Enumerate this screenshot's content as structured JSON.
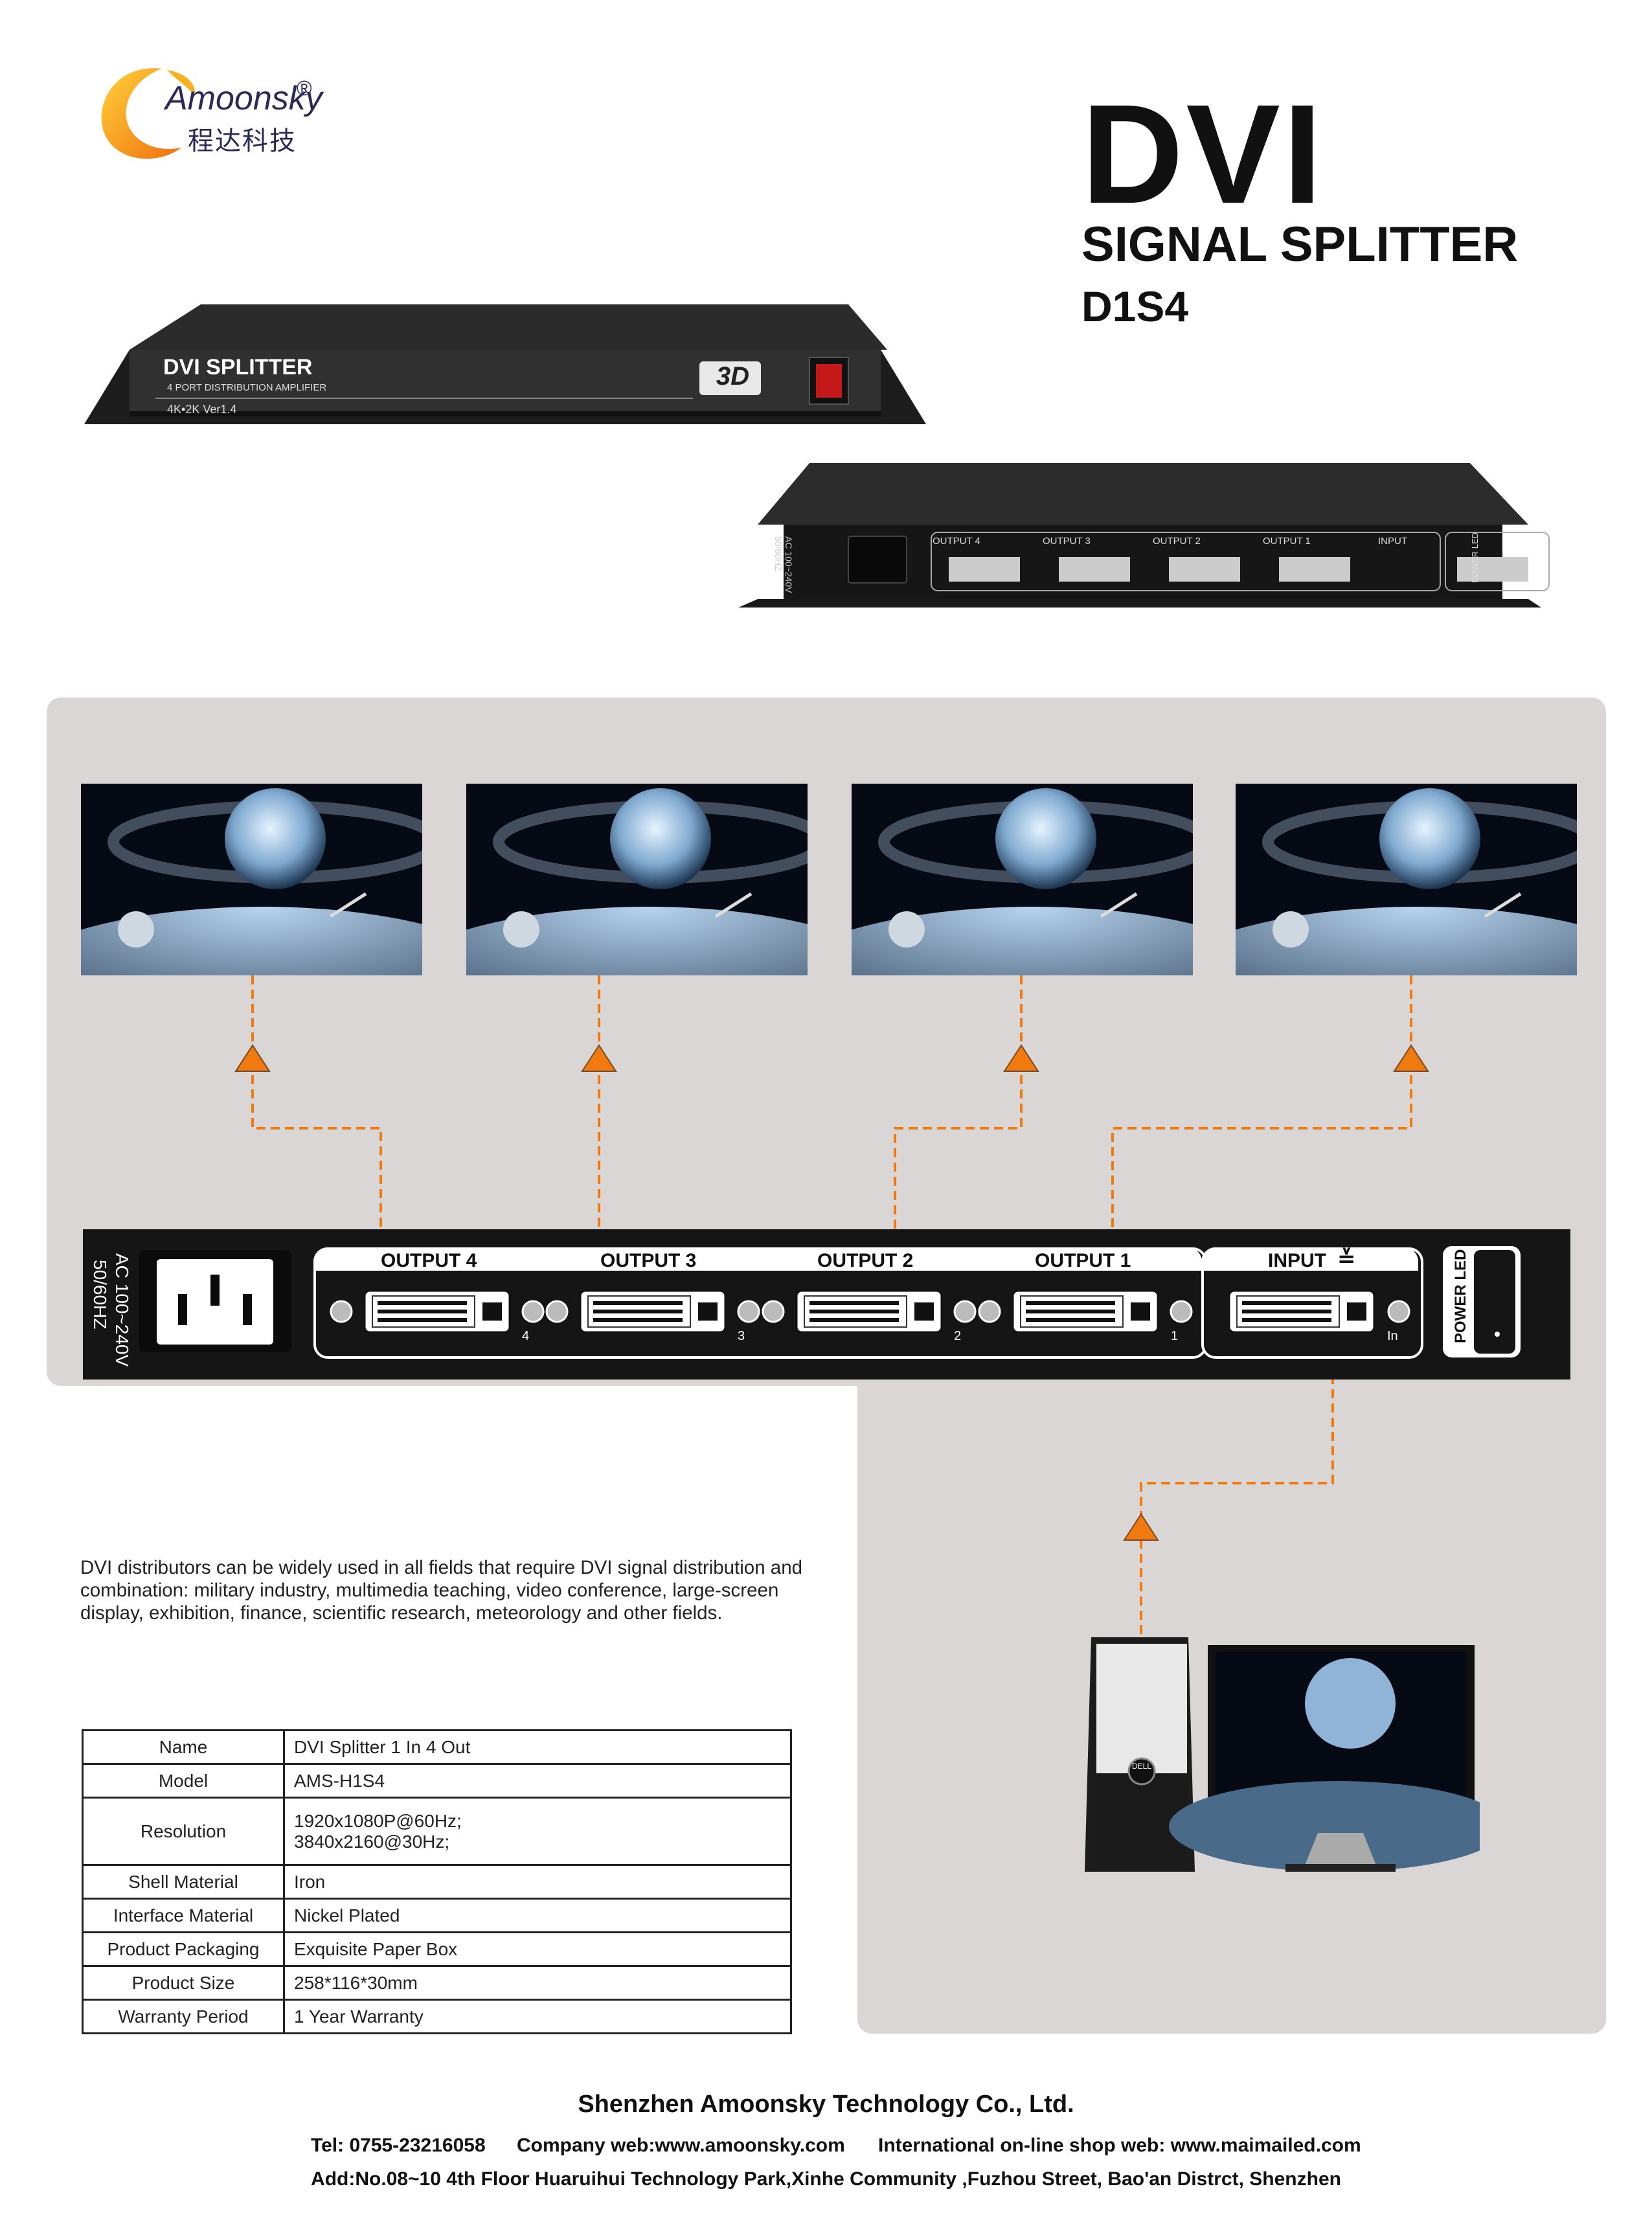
{
  "logo": {
    "name": "Amoonsky",
    "reg": "®",
    "cn": "程达科技"
  },
  "title": {
    "main": "DVI",
    "sub": "SIGNAL SPLITTER",
    "model": "D1S4"
  },
  "device_front": {
    "label": "DVI SPLITTER",
    "sublabel": "4 PORT DISTRIBUTION AMPLIFIER",
    "version": "4K•2K Ver1.4",
    "badge": "3D"
  },
  "device_back_small": {
    "power": "AC 100~240V 50/60HZ",
    "outputs": [
      "OUTPUT 4",
      "OUTPUT 3",
      "OUTPUT 2",
      "OUTPUT 1"
    ],
    "input": "INPUT",
    "led": "POWER LED"
  },
  "rear_panel": {
    "power_line1": "AC 100~240V",
    "power_line2": "50/60HZ",
    "outputs": [
      "OUTPUT 4",
      "OUTPUT 3",
      "OUTPUT 2",
      "OUTPUT 1"
    ],
    "port_numbers": [
      "4",
      "3",
      "2",
      "1"
    ],
    "input": "INPUT",
    "input_arrow": "≚",
    "input_port": "In",
    "led": "POWER LED"
  },
  "computer": {
    "brand": "DELL"
  },
  "description": "DVI distributors can be widely used in all fields that require DVI signal distribution and combination: military industry, multimedia teaching, video conference, large-screen display, exhibition, finance, scientific research, meteorology and other fields.",
  "specs": [
    {
      "key": "Name",
      "value": "DVI Splitter 1 In 4 Out"
    },
    {
      "key": "Model",
      "value": "AMS-H1S4"
    },
    {
      "key": "Resolution",
      "value": "1920x1080P@60Hz;",
      "value2": "3840x2160@30Hz;"
    },
    {
      "key": "Shell Material",
      "value": "Iron"
    },
    {
      "key": "Interface Material",
      "value": "Nickel Plated"
    },
    {
      "key": "Product Packaging",
      "value": "Exquisite Paper Box"
    },
    {
      "key": "Product Size",
      "value": "258*116*30mm"
    },
    {
      "key": "Warranty Period",
      "value": "1 Year Warranty"
    }
  ],
  "footer": {
    "company": "Shenzhen Amoonsky Technology Co., Ltd.",
    "tel": "Tel: 0755-23216058",
    "web": "Company web:www.amoonsky.com",
    "shop": "International on-line shop web: www.maimailed.com",
    "address": "Add:No.08~10 4th Floor Huaruihui Technology Park,Xinhe Community ,Fuzhou Street, Bao'an Distrct, Shenzhen"
  },
  "colors": {
    "accent": "#f08a1c",
    "arrow": "#f07a10",
    "panel": "#d9d6d5",
    "device": "#151515"
  }
}
